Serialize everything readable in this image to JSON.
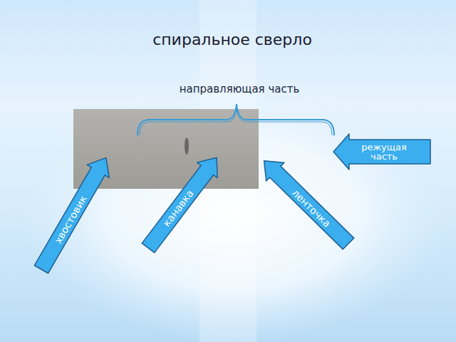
{
  "diagram": {
    "title": "спиральное сверло",
    "labels": [
      "направляющая часть",
      "хвостовик",
      "канавка",
      "ленточка",
      "режущая часть"
    ]
  }
}
